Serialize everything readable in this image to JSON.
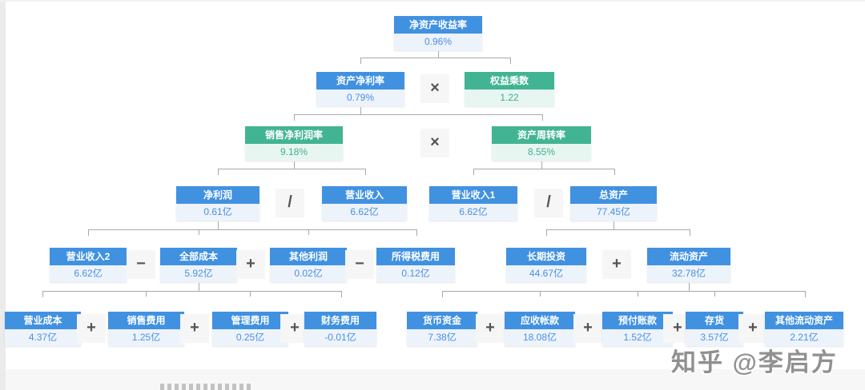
{
  "watermark": {
    "text": "知乎 @李启方"
  },
  "operators": {
    "multiply": "×",
    "divide": "/",
    "add": "+",
    "subtract": "−"
  },
  "colors": {
    "blue_header": "#4191e1",
    "blue_value_text": "#4a90e2",
    "blue_value_bg": "#edf3fb",
    "green_header": "#42b493",
    "green_value_text": "#3fae90",
    "green_value_bg": "#e7f6f1",
    "connector_line": "#a8a8a8",
    "operator_text": "#555555",
    "operator_bg": "#f6f6f7"
  },
  "nodes": {
    "roe": {
      "label": "净资产收益率",
      "value": "0.96%"
    },
    "return_on_assets": {
      "label": "资产净利率",
      "value": "0.79%"
    },
    "equity_multiplier": {
      "label": "权益乘数",
      "value": "1.22"
    },
    "net_sales_margin": {
      "label": "销售净利润率",
      "value": "9.18%"
    },
    "asset_turnover": {
      "label": "资产周转率",
      "value": "8.55%"
    },
    "net_profit": {
      "label": "净利润",
      "value": "0.61亿"
    },
    "revenue": {
      "label": "营业收入",
      "value": "6.62亿"
    },
    "revenue_1": {
      "label": "营业收入1",
      "value": "6.62亿"
    },
    "total_assets": {
      "label": "总资产",
      "value": "77.45亿"
    },
    "revenue_2": {
      "label": "营业收入2",
      "value": "6.62亿"
    },
    "total_cost": {
      "label": "全部成本",
      "value": "5.92亿"
    },
    "other_profit": {
      "label": "其他利润",
      "value": "0.02亿"
    },
    "income_tax": {
      "label": "所得税费用",
      "value": "0.12亿"
    },
    "long_term_investment": {
      "label": "长期投资",
      "value": "44.67亿"
    },
    "current_assets": {
      "label": "流动资产",
      "value": "32.78亿"
    },
    "operating_cost": {
      "label": "营业成本",
      "value": "4.37亿"
    },
    "selling_expense": {
      "label": "销售费用",
      "value": "1.25亿"
    },
    "admin_expense": {
      "label": "管理费用",
      "value": "0.25亿"
    },
    "finance_expense": {
      "label": "财务费用",
      "value": "-0.01亿"
    },
    "cash": {
      "label": "货币资金",
      "value": "7.38亿"
    },
    "accounts_receivable": {
      "label": "应收帐款",
      "value": "18.08亿"
    },
    "prepayments": {
      "label": "预付账款",
      "value": "1.52亿"
    },
    "inventory": {
      "label": "存货",
      "value": "3.57亿"
    },
    "other_current_assets": {
      "label": "其他流动资产",
      "value": "2.21亿"
    }
  }
}
